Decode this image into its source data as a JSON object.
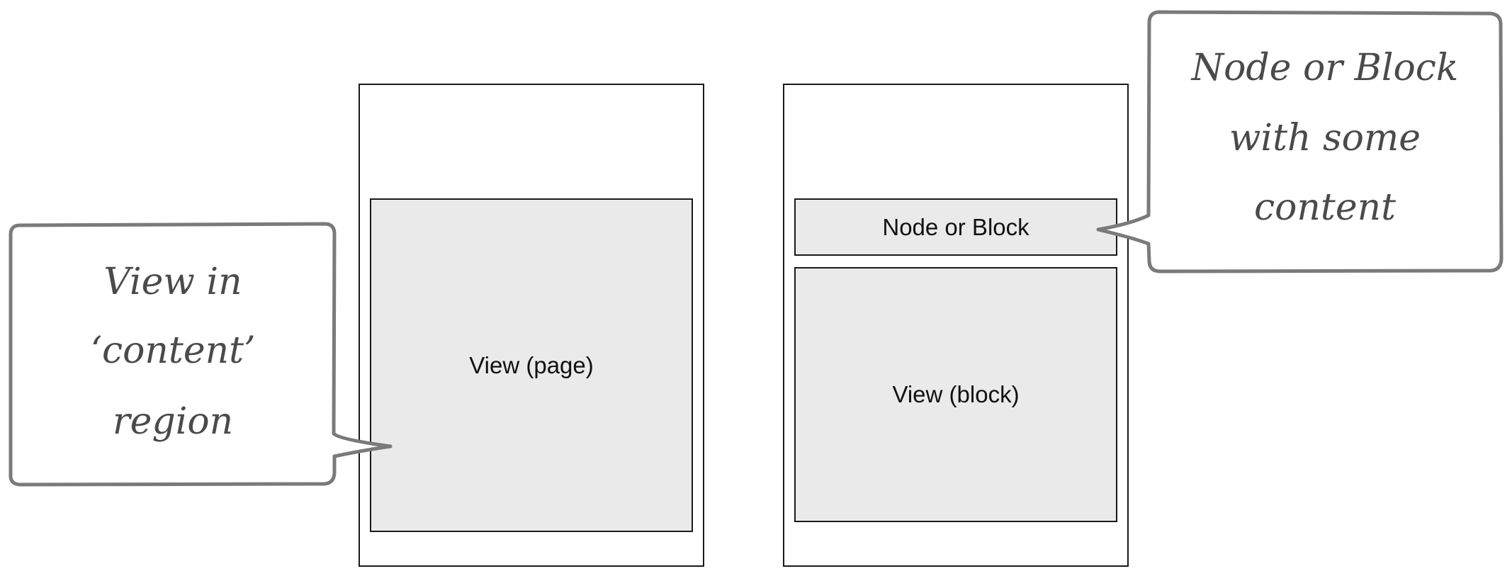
{
  "diagram": {
    "left_panel": {
      "region_label": "View (page)"
    },
    "right_panel": {
      "top_region_label": "Node or Block",
      "bottom_region_label": "View (block)"
    },
    "callouts": {
      "left": {
        "lines": [
          "View in",
          "‘content’",
          "region"
        ]
      },
      "right": {
        "lines": [
          "Node or Block",
          "with some",
          "content"
        ]
      }
    },
    "colors": {
      "frame_stroke": "#1a1a1a",
      "region_fill": "#eaeaea",
      "callout_stroke": "#7a7a7a",
      "callout_text": "#4a4a4a"
    }
  }
}
